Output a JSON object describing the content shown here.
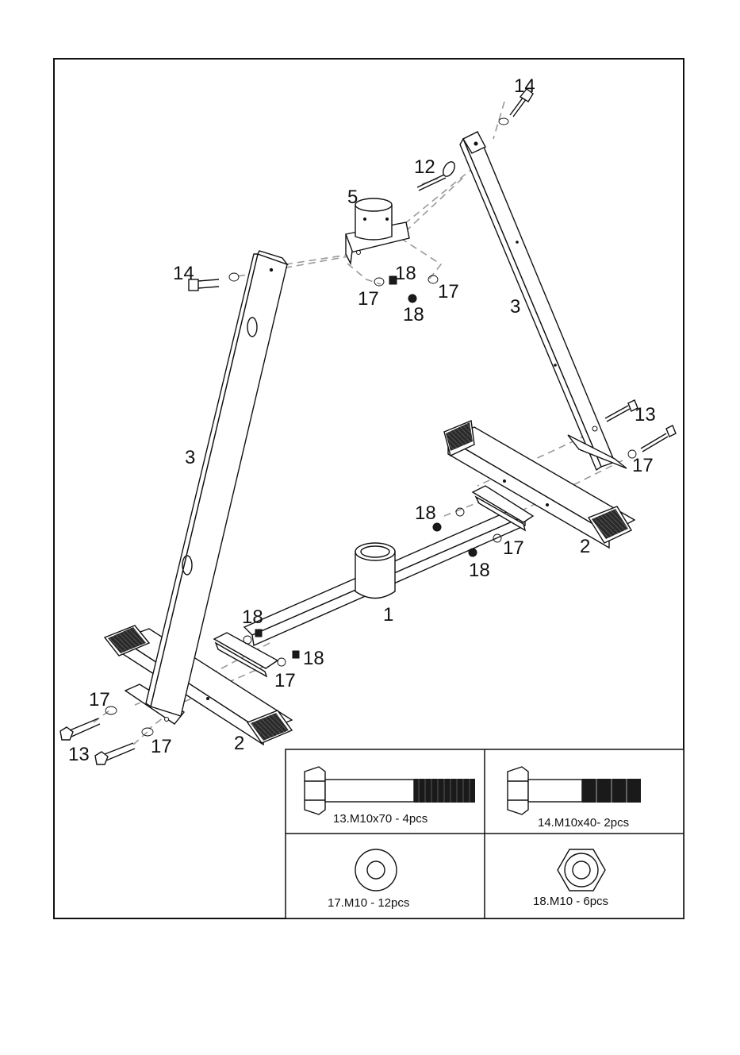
{
  "callouts": {
    "c_14_top": "14",
    "c_12": "12",
    "c_5": "5",
    "c_14_left": "14",
    "c_18_a": "18",
    "c_17_a": "17",
    "c_17_b": "17",
    "c_18_b": "18",
    "c_3_right": "3",
    "c_13_right": "13",
    "c_17_c": "17",
    "c_3_left": "3",
    "c_18_c": "18",
    "c_2_right": "2",
    "c_17_d": "17",
    "c_18_d": "18",
    "c_1": "1",
    "c_18_e": "18",
    "c_18_f": "18",
    "c_17_e": "17",
    "c_17_f": "17",
    "c_13_left": "13",
    "c_17_g": "17",
    "c_2_left": "2"
  },
  "hardware": {
    "bolt_long": "13.M10x70 - 4pcs",
    "bolt_short": "14.M10x40- 2pcs",
    "washer": "17.M10 - 12pcs",
    "nut": "18.M10 - 6pcs"
  }
}
